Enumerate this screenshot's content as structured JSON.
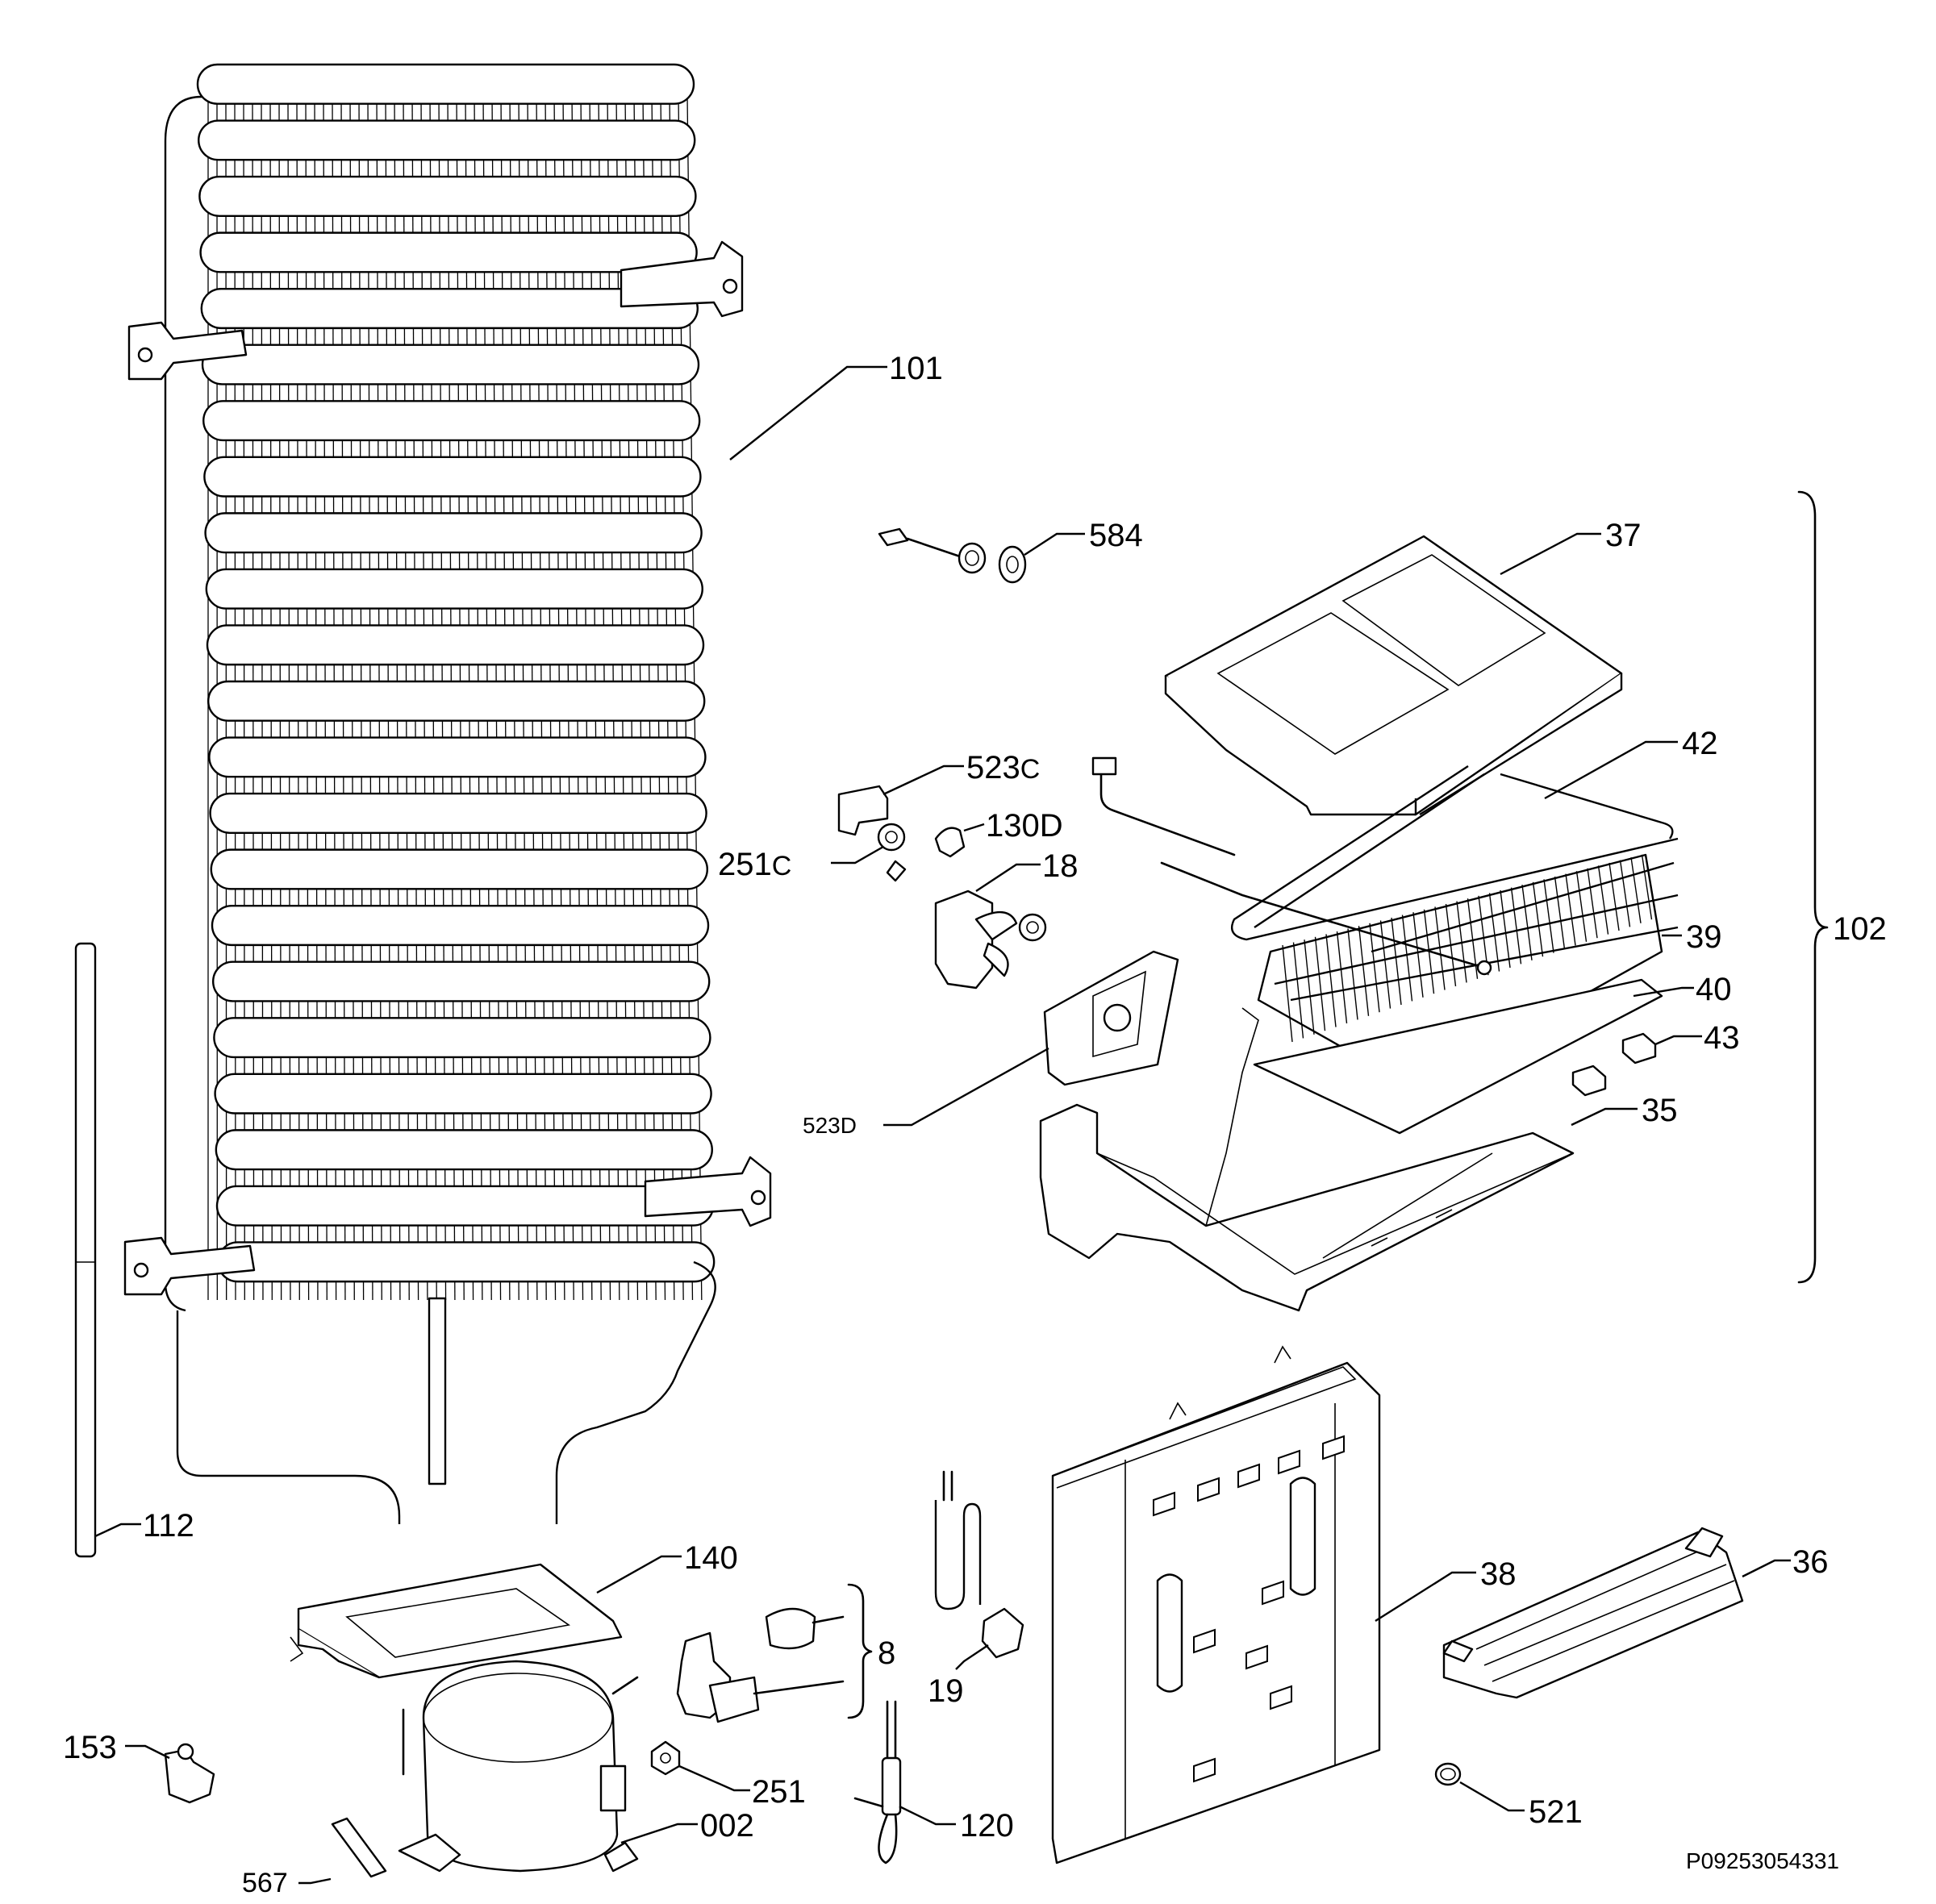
{
  "callouts": {
    "c101": "101",
    "c584": "584",
    "c37": "37",
    "c42": "42",
    "c523c_num": "523",
    "c523c_suf": "C",
    "c251c_num": "251",
    "c251c_suf": "C",
    "c130d": "130D",
    "c18": "18",
    "c39": "39",
    "c102": "102",
    "c40": "40",
    "c43": "43",
    "c523d": "523D",
    "c35": "35",
    "c112": "112",
    "c140": "140",
    "c8": "8",
    "c19": "19",
    "c38": "38",
    "c36": "36",
    "c153": "153",
    "c251": "251",
    "c002": "002",
    "c120": "120",
    "c521": "521",
    "c567": "567"
  },
  "drawing_code": "P09253054331"
}
